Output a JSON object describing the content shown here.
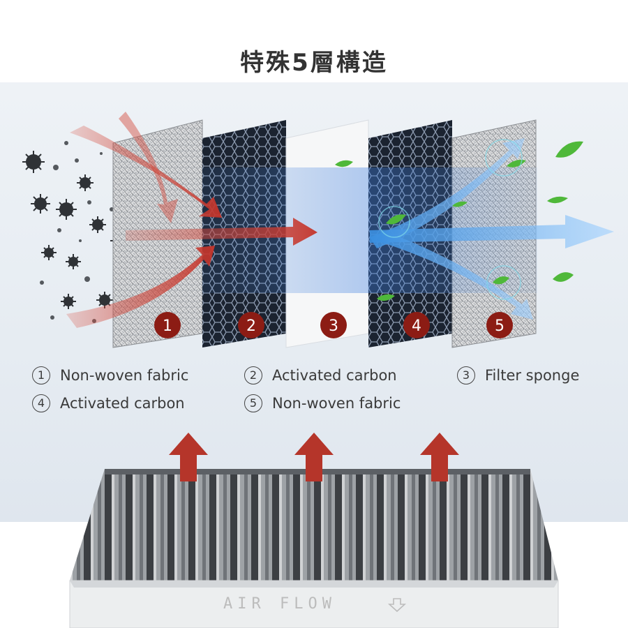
{
  "title": "特殊5層構造",
  "layer_badges": [
    "1",
    "2",
    "3",
    "4",
    "5"
  ],
  "legend": [
    {
      "num": "1",
      "label": "Non-woven fabric"
    },
    {
      "num": "2",
      "label": "Activated carbon"
    },
    {
      "num": "3",
      "label": "Filter sponge"
    },
    {
      "num": "4",
      "label": "Activated carbon"
    },
    {
      "num": "5",
      "label": "Non-woven fabric"
    }
  ],
  "filter_label": "AIR FLOW",
  "colors": {
    "badge": "#8c1c14",
    "arrow_red": "#b5352a",
    "arrow_blue": "#3a8fe0",
    "leaf": "#4fb83a"
  },
  "icons": [
    "virus-icon",
    "leaf-icon",
    "up-arrow-icon",
    "down-arrow-icon"
  ]
}
